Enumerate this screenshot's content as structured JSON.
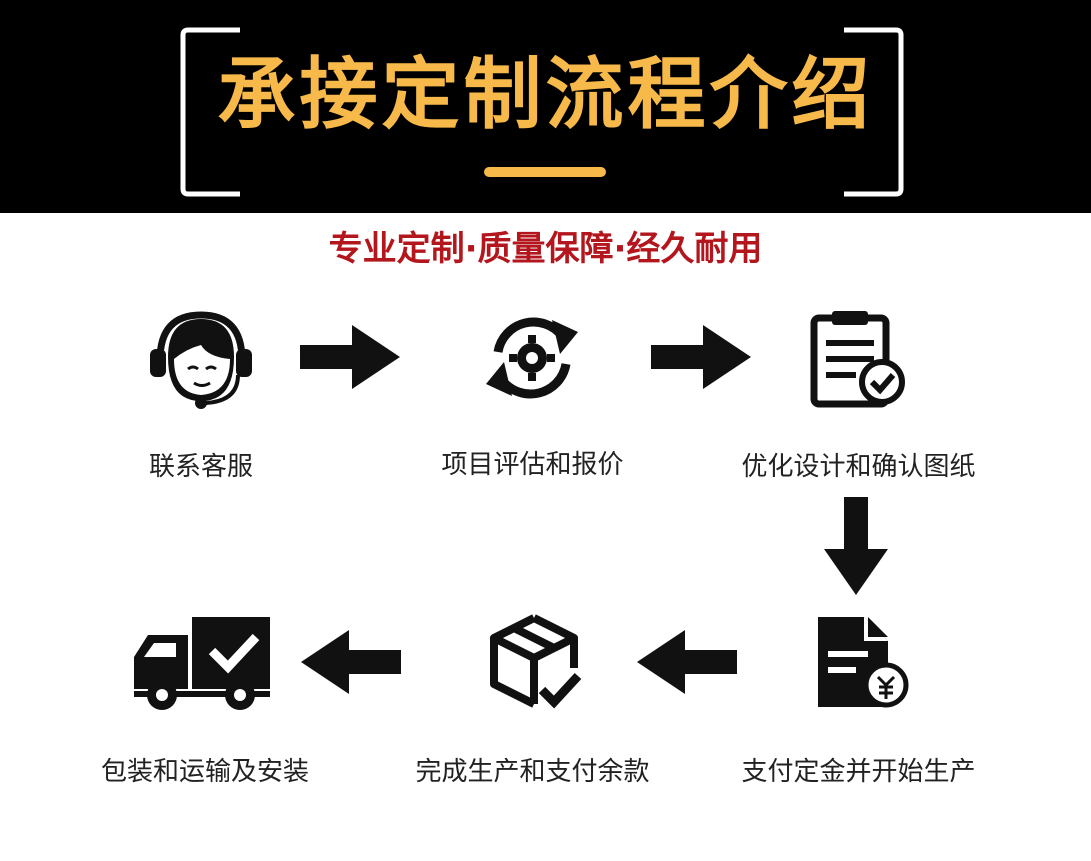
{
  "header": {
    "title": "承接定制流程介绍",
    "subtitle": "专业定制·质量保障·经久耐用"
  },
  "colors": {
    "header_bg": "#000000",
    "title": "#f6b94a",
    "subtitle": "#b3161c",
    "icon": "#111111"
  },
  "steps": [
    {
      "label": "联系客服",
      "icon": "customer-service-icon"
    },
    {
      "label": "项目评估和报价",
      "icon": "evaluate-cycle-icon"
    },
    {
      "label": "优化设计和确认图纸",
      "icon": "clipboard-check-icon"
    },
    {
      "label": "支付定金并开始生产",
      "icon": "document-payment-icon"
    },
    {
      "label": "完成生产和支付余款",
      "icon": "package-check-icon"
    },
    {
      "label": "包装和运输及安装",
      "icon": "delivery-truck-icon"
    }
  ]
}
